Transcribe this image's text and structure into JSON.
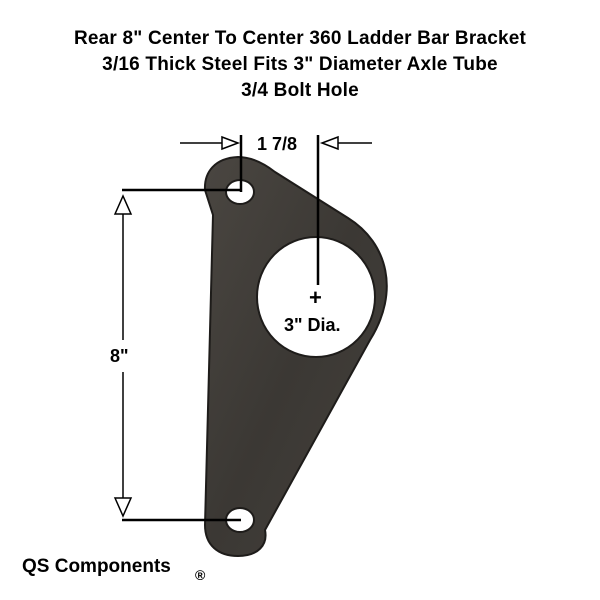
{
  "title": {
    "line1": "Rear 8\" Center To Center 360 Ladder Bar Bracket",
    "line2": "3/16 Thick Steel Fits 3\" Diameter Axle Tube",
    "line3": "3/4 Bolt Hole"
  },
  "dimensions": {
    "width_label": "1 7/8",
    "height_label": "8\"",
    "hole_label": "3\" Dia.",
    "center_mark": "+"
  },
  "brand": {
    "name": "QS Components",
    "registered_mark": "®"
  },
  "colors": {
    "steel": "#3d3a36",
    "steel_edge": "#1e1c1a",
    "background": "#ffffff",
    "lines": "#000000"
  }
}
